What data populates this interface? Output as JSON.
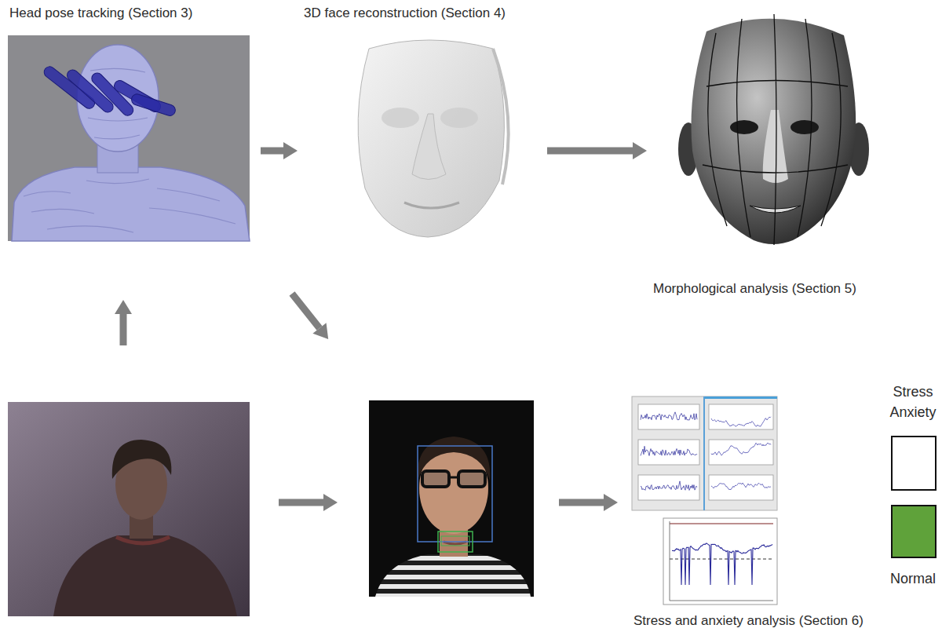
{
  "diagram": {
    "nodes": [
      {
        "text": [
          "Head pose tracking (Section 3)"
        ]
      },
      {
        "text": [
          "3D face reconstruction (Section 4)"
        ]
      },
      {
        "text": [
          "Morphological analysis (Section 5)"
        ]
      },
      {
        "text": [
          "Stress and anxiety analysis (Section 6)"
        ]
      }
    ],
    "edges": [
      {
        "from": 0,
        "to": 1,
        "arrow": "to"
      },
      {
        "from": 1,
        "to": 2,
        "arrow": "to"
      }
    ],
    "legend": [
      {
        "text": "Stress Anxiety",
        "color": "#ffffff"
      },
      {
        "text": "Normal",
        "color": "#5fa23a"
      }
    ]
  }
}
